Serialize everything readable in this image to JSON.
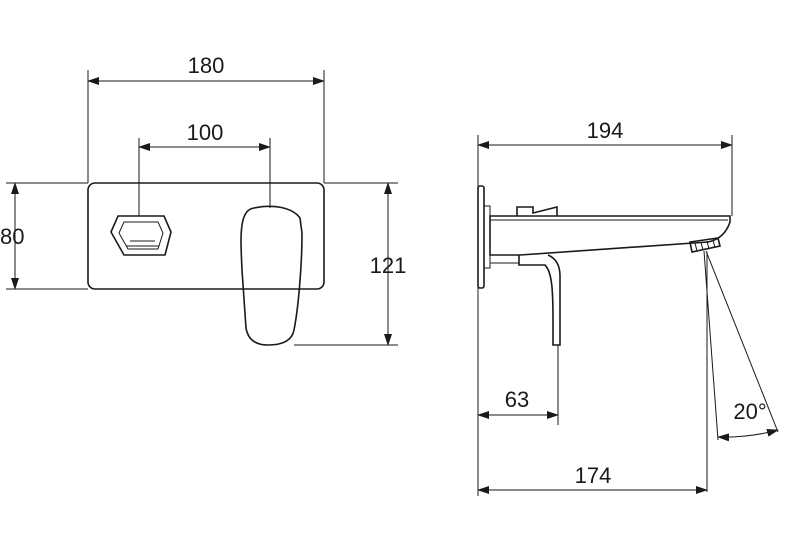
{
  "dimensions": {
    "plate_width": "180",
    "handle_spacing": "100",
    "plate_height": "80",
    "total_height": "121",
    "total_depth": "194",
    "handle_depth": "63",
    "spout_projection": "174",
    "spray_angle": "20°"
  },
  "colors": {
    "line": "#1a1a1a",
    "background": "#ffffff"
  }
}
